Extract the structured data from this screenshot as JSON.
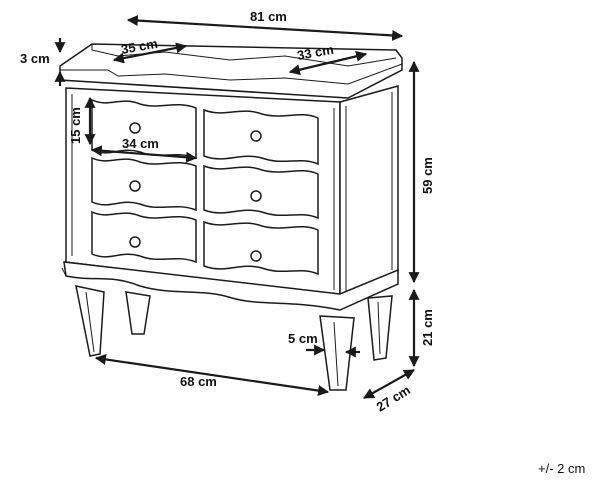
{
  "diagram": {
    "subject": "chest of drawers dimension drawing",
    "dimensions": {
      "width_top": "81 cm",
      "top_depth_left": "35 cm",
      "top_depth_right": "33 cm",
      "top_thickness": "3 cm",
      "drawer_height": "15 cm",
      "drawer_width": "34 cm",
      "body_height": "59 cm",
      "leg_height": "21 cm",
      "leg_width": "5 cm",
      "base_width": "68 cm",
      "depth": "27 cm"
    },
    "tolerance": "+/- 2 cm"
  }
}
